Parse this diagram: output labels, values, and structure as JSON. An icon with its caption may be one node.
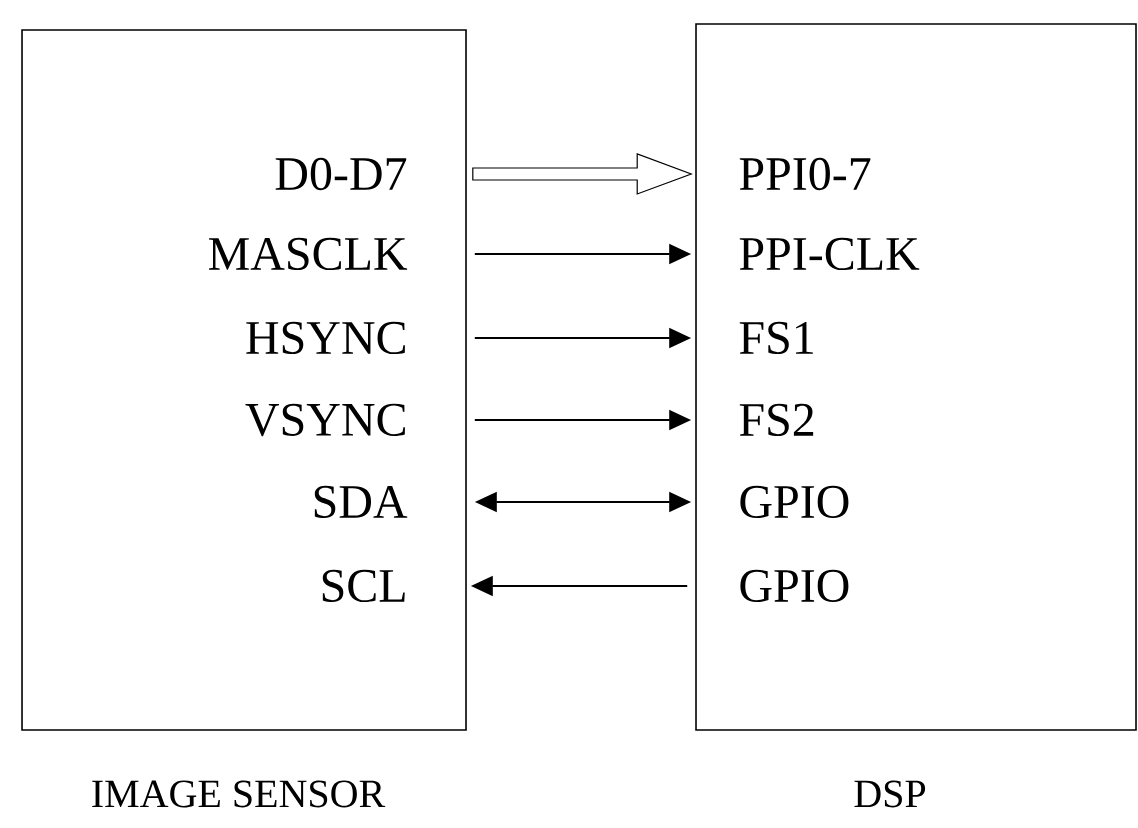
{
  "diagram": {
    "nodes": [
      {
        "text": [
          "IMAGE SENSOR"
        ]
      },
      {
        "text": [
          "DSP"
        ]
      },
      {
        "text": [
          "D0-D7"
        ],
        "in": 0
      },
      {
        "text": [
          "MASCLK"
        ],
        "in": 0
      },
      {
        "text": [
          "HSYNC"
        ],
        "in": 0
      },
      {
        "text": [
          "VSYNC"
        ],
        "in": 0
      },
      {
        "text": [
          "SDA"
        ],
        "in": 0
      },
      {
        "text": [
          "SCL"
        ],
        "in": 0
      },
      {
        "text": [
          "PPI0-7"
        ],
        "in": 1
      },
      {
        "text": [
          "PPI-CLK"
        ],
        "in": 1
      },
      {
        "text": [
          "FS1"
        ],
        "in": 1
      },
      {
        "text": [
          "FS2"
        ],
        "in": 1
      },
      {
        "text": [
          "GPIO"
        ],
        "in": 1
      },
      {
        "text": [
          "GPIO"
        ],
        "in": 1
      }
    ],
    "edges": [
      {
        "from": 2,
        "to": 8,
        "arrow": "to",
        "style": "thick"
      },
      {
        "from": 3,
        "to": 9,
        "arrow": "to"
      },
      {
        "from": 4,
        "to": 10,
        "arrow": "to"
      },
      {
        "from": 5,
        "to": 11,
        "arrow": "to"
      },
      {
        "from": 6,
        "to": 12,
        "arrow": "both"
      },
      {
        "from": 13,
        "to": 7,
        "arrow": "to"
      }
    ]
  }
}
